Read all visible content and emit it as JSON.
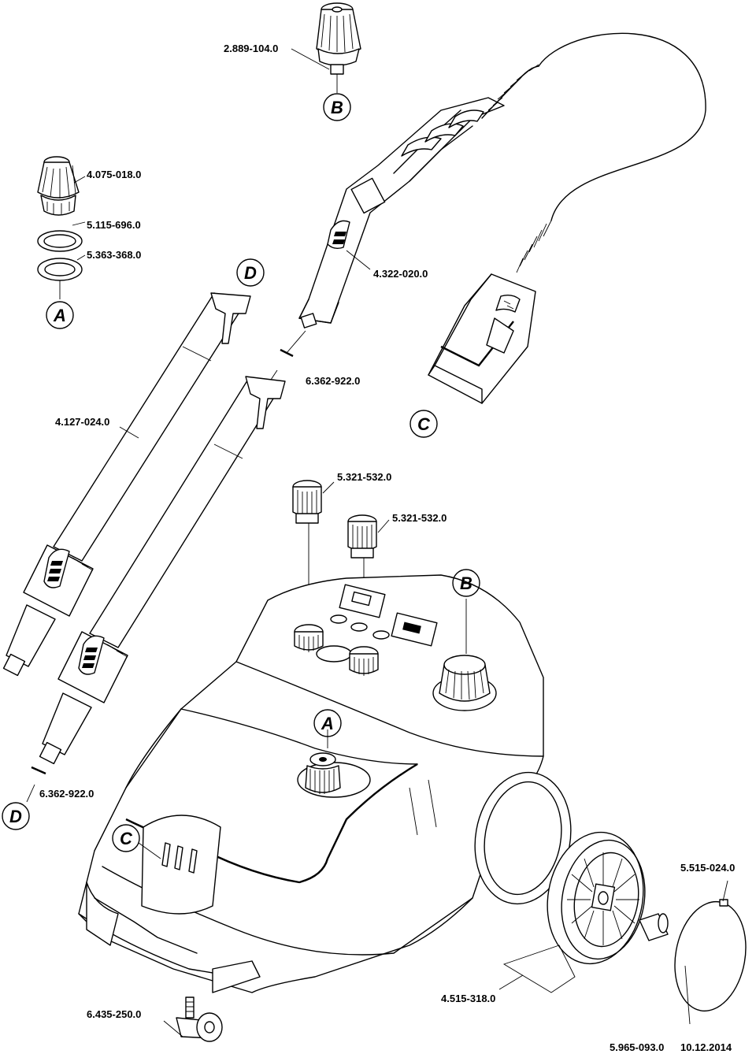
{
  "parts": {
    "p_2889_104": "2.889-104.0",
    "p_4075_018": "4.075-018.0",
    "p_5115_696": "5.115-696.0",
    "p_5363_368": "5.363-368.0",
    "p_4322_020": "4.322-020.0",
    "p_6362_922_top": "6.362-922.0",
    "p_4127_024": "4.127-024.0",
    "p_5321_532_a": "5.321-532.0",
    "p_5321_532_b": "5.321-532.0",
    "p_6362_922_bottom": "6.362-922.0",
    "p_5515_024": "5.515-024.0",
    "p_4515_318": "4.515-318.0",
    "p_6435_250": "6.435-250.0"
  },
  "callouts": {
    "b_top": "B",
    "a_left": "A",
    "d_top": "D",
    "c_right": "C",
    "b_body": "B",
    "a_body": "A",
    "d_bottom": "D",
    "c_body": "C"
  },
  "footer": {
    "doc_number": "5.965-093.0",
    "date": "10.12.2014"
  }
}
